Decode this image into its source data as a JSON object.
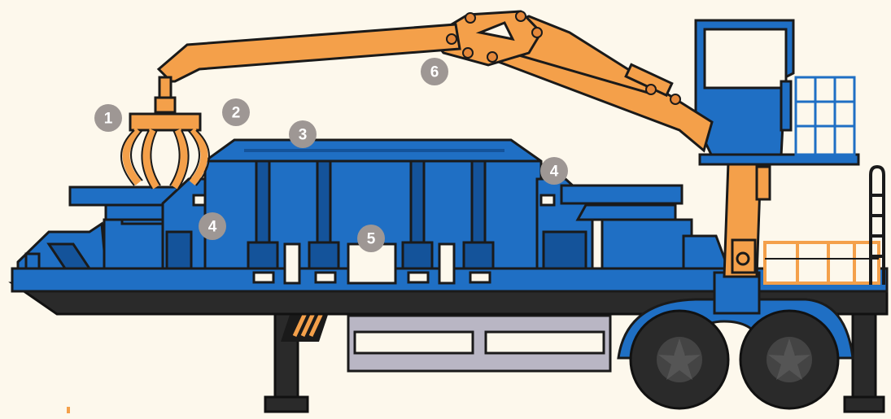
{
  "diagram": {
    "callouts": [
      {
        "id": "grapple",
        "label": "1"
      },
      {
        "id": "arm-tip",
        "label": "2"
      },
      {
        "id": "baler-chamber",
        "label": "3"
      },
      {
        "id": "left-end",
        "label": "4"
      },
      {
        "id": "right-end",
        "label": "4"
      },
      {
        "id": "chamber-base",
        "label": "5"
      },
      {
        "id": "boom",
        "label": "6"
      }
    ]
  },
  "colors": {
    "background": "#fdf8ec",
    "machine_blue": "#1f6fc4",
    "machine_blue_dark": "#14539a",
    "crane_orange": "#f4a04a",
    "outline": "#1a1a1a",
    "trailer_gray": "#b9b6c4",
    "badge_gray": "#9e9794",
    "tire": "#2a2a2a"
  }
}
